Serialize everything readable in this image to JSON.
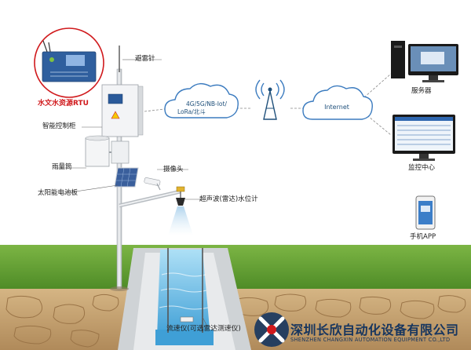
{
  "labels": {
    "rtu": "水文水资源RTU",
    "lightning_rod": "避雷针",
    "cabinet": "智能控制柜",
    "rain_gauge": "雨量筒",
    "camera": "摄像头",
    "solar_panel": "太阳能电池板",
    "ultrasonic": "超声波(雷达)水位计",
    "flow_meter": "流速仪(可选雷达测速仪)",
    "server": "服务器",
    "monitor_center": "监控中心",
    "phone_app": "手机APP"
  },
  "network": {
    "wireless_line1": "4G/5G/NB-Iot/",
    "wireless_line2": "LoRa/北斗",
    "internet": "Internet"
  },
  "company": {
    "name_cn": "深圳长欣自动化设备有限公司",
    "name_en": "SHENZHEN CHANGXIN AUTOMATION EQUIPMENT CO.,LTD"
  },
  "colors": {
    "accent_red": "#d0191c",
    "cloud_stroke": "#3b7bbf",
    "grass": "#5f9a2e",
    "soil": "#c4a070",
    "water": "#5fb8e4",
    "company_blue": "#16355f"
  }
}
